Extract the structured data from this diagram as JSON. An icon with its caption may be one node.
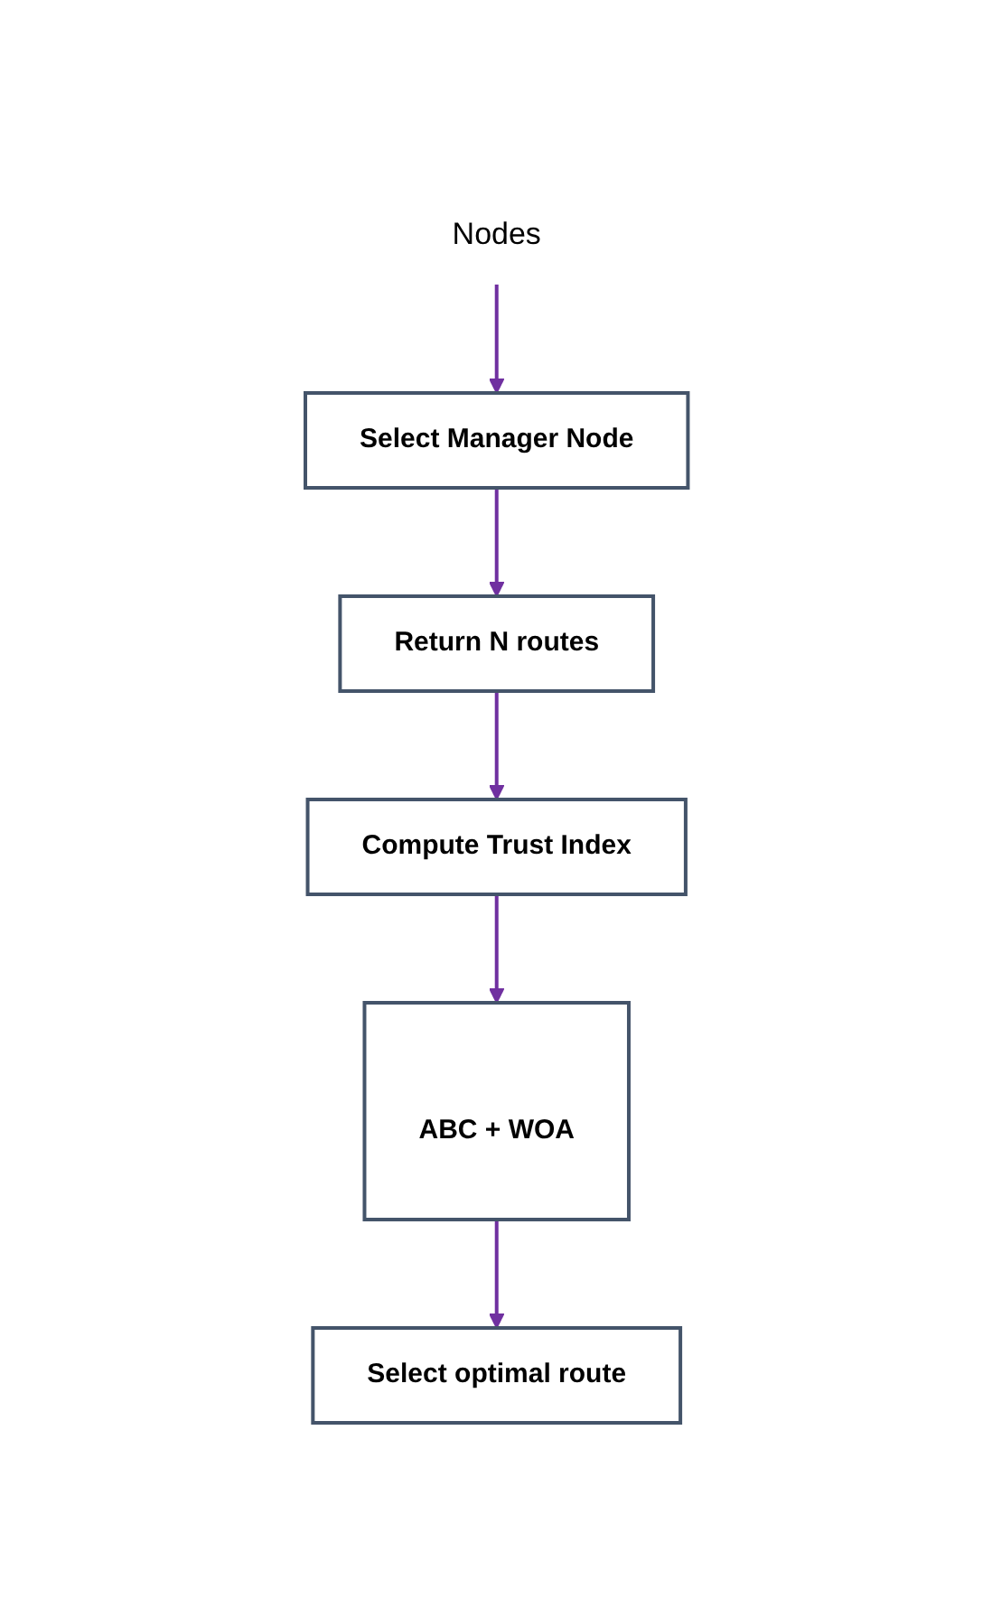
{
  "diagram": {
    "nodes": [
      {
        "text": [
          "Nodes"
        ]
      },
      {
        "text": [
          "Select Manager Node"
        ]
      },
      {
        "text": [
          "Return N routes"
        ]
      },
      {
        "text": [
          "Compute Trust Index"
        ]
      },
      {
        "text": [
          "ABC + WOA"
        ]
      },
      {
        "text": [
          "Select optimal route"
        ]
      }
    ],
    "edges": [
      {
        "from": 0,
        "to": 1,
        "arrow": "to"
      },
      {
        "from": 1,
        "to": 2,
        "arrow": "to"
      },
      {
        "from": 2,
        "to": 3,
        "arrow": "to"
      },
      {
        "from": 3,
        "to": 4,
        "arrow": "to"
      },
      {
        "from": 4,
        "to": 5,
        "arrow": "to"
      }
    ]
  }
}
